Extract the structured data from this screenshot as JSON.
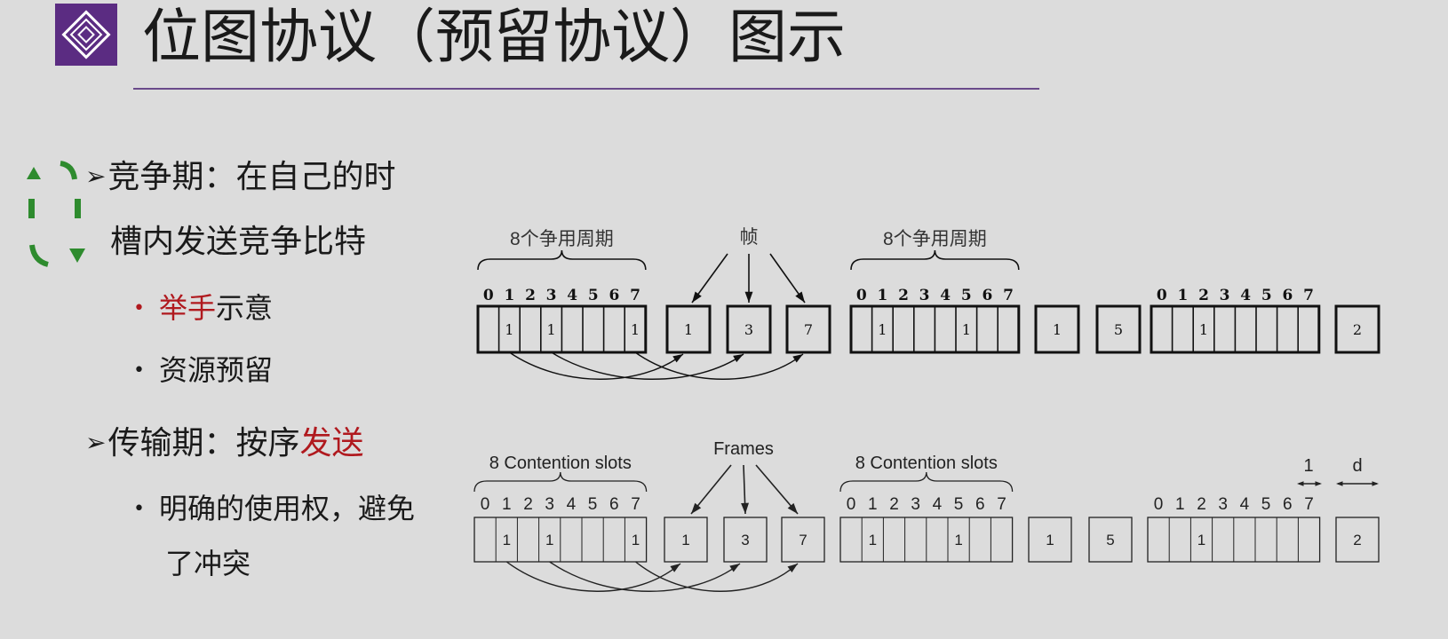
{
  "title": "位图协议（预留协议）图示",
  "logo_icon": "purple-square-diamond-logo",
  "bullets": {
    "contention_prefix": "竞争期：在自己的时",
    "contention_cont": "槽内发送竞争比特",
    "raise_hand_red": "举手",
    "raise_hand_rest": "示意",
    "reservation": "资源预留",
    "transmission_prefix": "传输期：按序",
    "transmission_red": "发送",
    "explicit_1": "明确的使用权，避免",
    "explicit_2": "了冲突"
  },
  "cycle_arrow_icon": "green-dashed-cycle-arrows",
  "diagram_cn": {
    "group1_label": "8个争用周期",
    "frames_label": "帧",
    "group2_label": "8个争用周期",
    "slot_numbers": [
      "0",
      "1",
      "2",
      "3",
      "4",
      "5",
      "6",
      "7"
    ],
    "group1_bits": [
      "",
      "1",
      "",
      "1",
      "",
      "",
      "",
      "1"
    ],
    "group2_bits": [
      "",
      "1",
      "",
      "",
      "",
      "1",
      "",
      ""
    ],
    "group3_bits": [
      "",
      "",
      "1",
      "",
      "",
      "",
      "",
      ""
    ],
    "frames_a": [
      "1",
      "3",
      "7"
    ],
    "frames_b": [
      "1",
      "5"
    ],
    "frames_c": [
      "2"
    ]
  },
  "diagram_en": {
    "group1_label": "8 Contention slots",
    "frames_label": "Frames",
    "group2_label": "8 Contention slots",
    "label_1": "1",
    "label_d": "d",
    "slot_numbers": [
      "0",
      "1",
      "2",
      "3",
      "4",
      "5",
      "6",
      "7"
    ],
    "group1_bits": [
      "",
      "1",
      "",
      "1",
      "",
      "",
      "",
      "1"
    ],
    "group2_bits": [
      "",
      "1",
      "",
      "",
      "",
      "1",
      "",
      ""
    ],
    "group3_bits": [
      "",
      "",
      "1",
      "",
      "",
      "",
      "",
      ""
    ],
    "frames_a": [
      "1",
      "3",
      "7"
    ],
    "frames_b": [
      "1",
      "5"
    ],
    "frames_c": [
      "2"
    ]
  }
}
